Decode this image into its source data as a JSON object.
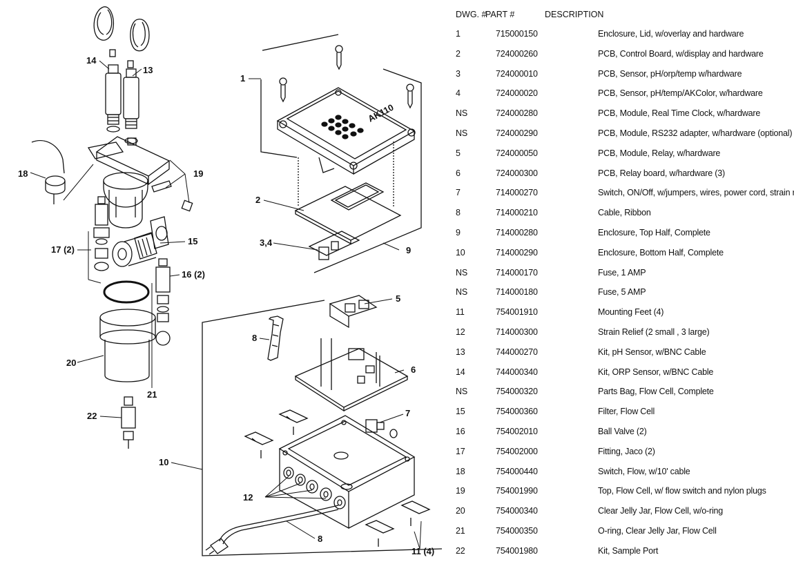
{
  "table": {
    "headers": {
      "dwg": "DWG. #",
      "part": "PART #",
      "desc": "DESCRIPTION"
    },
    "rows": [
      {
        "dwg": "1",
        "part": "715000150",
        "desc": "Enclosure, Lid, w/overlay and hardware"
      },
      {
        "dwg": "2",
        "part": "724000260",
        "desc": "PCB, Control Board, w/display and hardware"
      },
      {
        "dwg": "3",
        "part": "724000010",
        "desc": "PCB, Sensor, pH/orp/temp w/hardware"
      },
      {
        "dwg": "4",
        "part": "724000020",
        "desc": "PCB, Sensor, pH/temp/AKColor, w/hardware"
      },
      {
        "dwg": "NS",
        "part": "724000280",
        "desc": "PCB, Module, Real Time Clock, w/hardware"
      },
      {
        "dwg": "NS",
        "part": "724000290",
        "desc": "PCB, Module, RS232 adapter, w/hardware (optional)"
      },
      {
        "dwg": "5",
        "part": "724000050",
        "desc": "PCB, Module, Relay, w/hardware"
      },
      {
        "dwg": "6",
        "part": "724000300",
        "desc": "PCB, Relay board, w/hardware (3)"
      },
      {
        "dwg": "7",
        "part": "714000270",
        "desc": "Switch, ON/Off, w/jumpers, wires, power cord, strain relief"
      },
      {
        "dwg": "8",
        "part": "714000210",
        "desc": "Cable, Ribbon"
      },
      {
        "dwg": "9",
        "part": "714000280",
        "desc": "Enclosure, Top Half, Complete"
      },
      {
        "dwg": "10",
        "part": "714000290",
        "desc": "Enclosure, Bottom Half, Complete"
      },
      {
        "dwg": "NS",
        "part": "714000170",
        "desc": "Fuse, 1 AMP"
      },
      {
        "dwg": "NS",
        "part": "714000180",
        "desc": "Fuse, 5 AMP"
      },
      {
        "dwg": "11",
        "part": "754001910",
        "desc": "Mounting Feet (4)"
      },
      {
        "dwg": "12",
        "part": "714000300",
        "desc": "Strain Relief (2 small , 3 large)"
      },
      {
        "dwg": "13",
        "part": "744000270",
        "desc": "Kit, pH Sensor, w/BNC Cable"
      },
      {
        "dwg": "14",
        "part": "744000340",
        "desc": "Kit, ORP Sensor, w/BNC Cable"
      },
      {
        "dwg": "NS",
        "part": "754000320",
        "desc": "Parts Bag, Flow Cell, Complete"
      },
      {
        "dwg": "15",
        "part": "754000360",
        "desc": "Filter, Flow Cell"
      },
      {
        "dwg": "16",
        "part": "754002010",
        "desc": "Ball Valve (2)"
      },
      {
        "dwg": "17",
        "part": "754002000",
        "desc": "Fitting, Jaco (2)"
      },
      {
        "dwg": "18",
        "part": "754000440",
        "desc": "Switch, Flow, w/10' cable"
      },
      {
        "dwg": "19",
        "part": "754001990",
        "desc": "Top, Flow Cell, w/ flow switch and nylon plugs"
      },
      {
        "dwg": "20",
        "part": "754000340",
        "desc": "Clear Jelly Jar, Flow Cell, w/o-ring"
      },
      {
        "dwg": "21",
        "part": "754000350",
        "desc": "O-ring, Clear Jelly Jar, Flow Cell"
      },
      {
        "dwg": "22",
        "part": "754001980",
        "desc": "Kit, Sample Port"
      }
    ]
  },
  "diagram": {
    "callouts": {
      "c1": "1",
      "c2": "2",
      "c34": "3,4",
      "c5": "5",
      "c6": "6",
      "c7": "7",
      "c8a": "8",
      "c8b": "8",
      "c9": "9",
      "c10": "10",
      "c11": "11 (4)",
      "c12": "12",
      "c13": "13",
      "c14": "14",
      "c15": "15",
      "c16": "16 (2)",
      "c17": "17 (2)",
      "c18": "18",
      "c19": "19",
      "c20": "20",
      "c21": "21",
      "c22": "22"
    },
    "lid_brand": "AK110"
  }
}
